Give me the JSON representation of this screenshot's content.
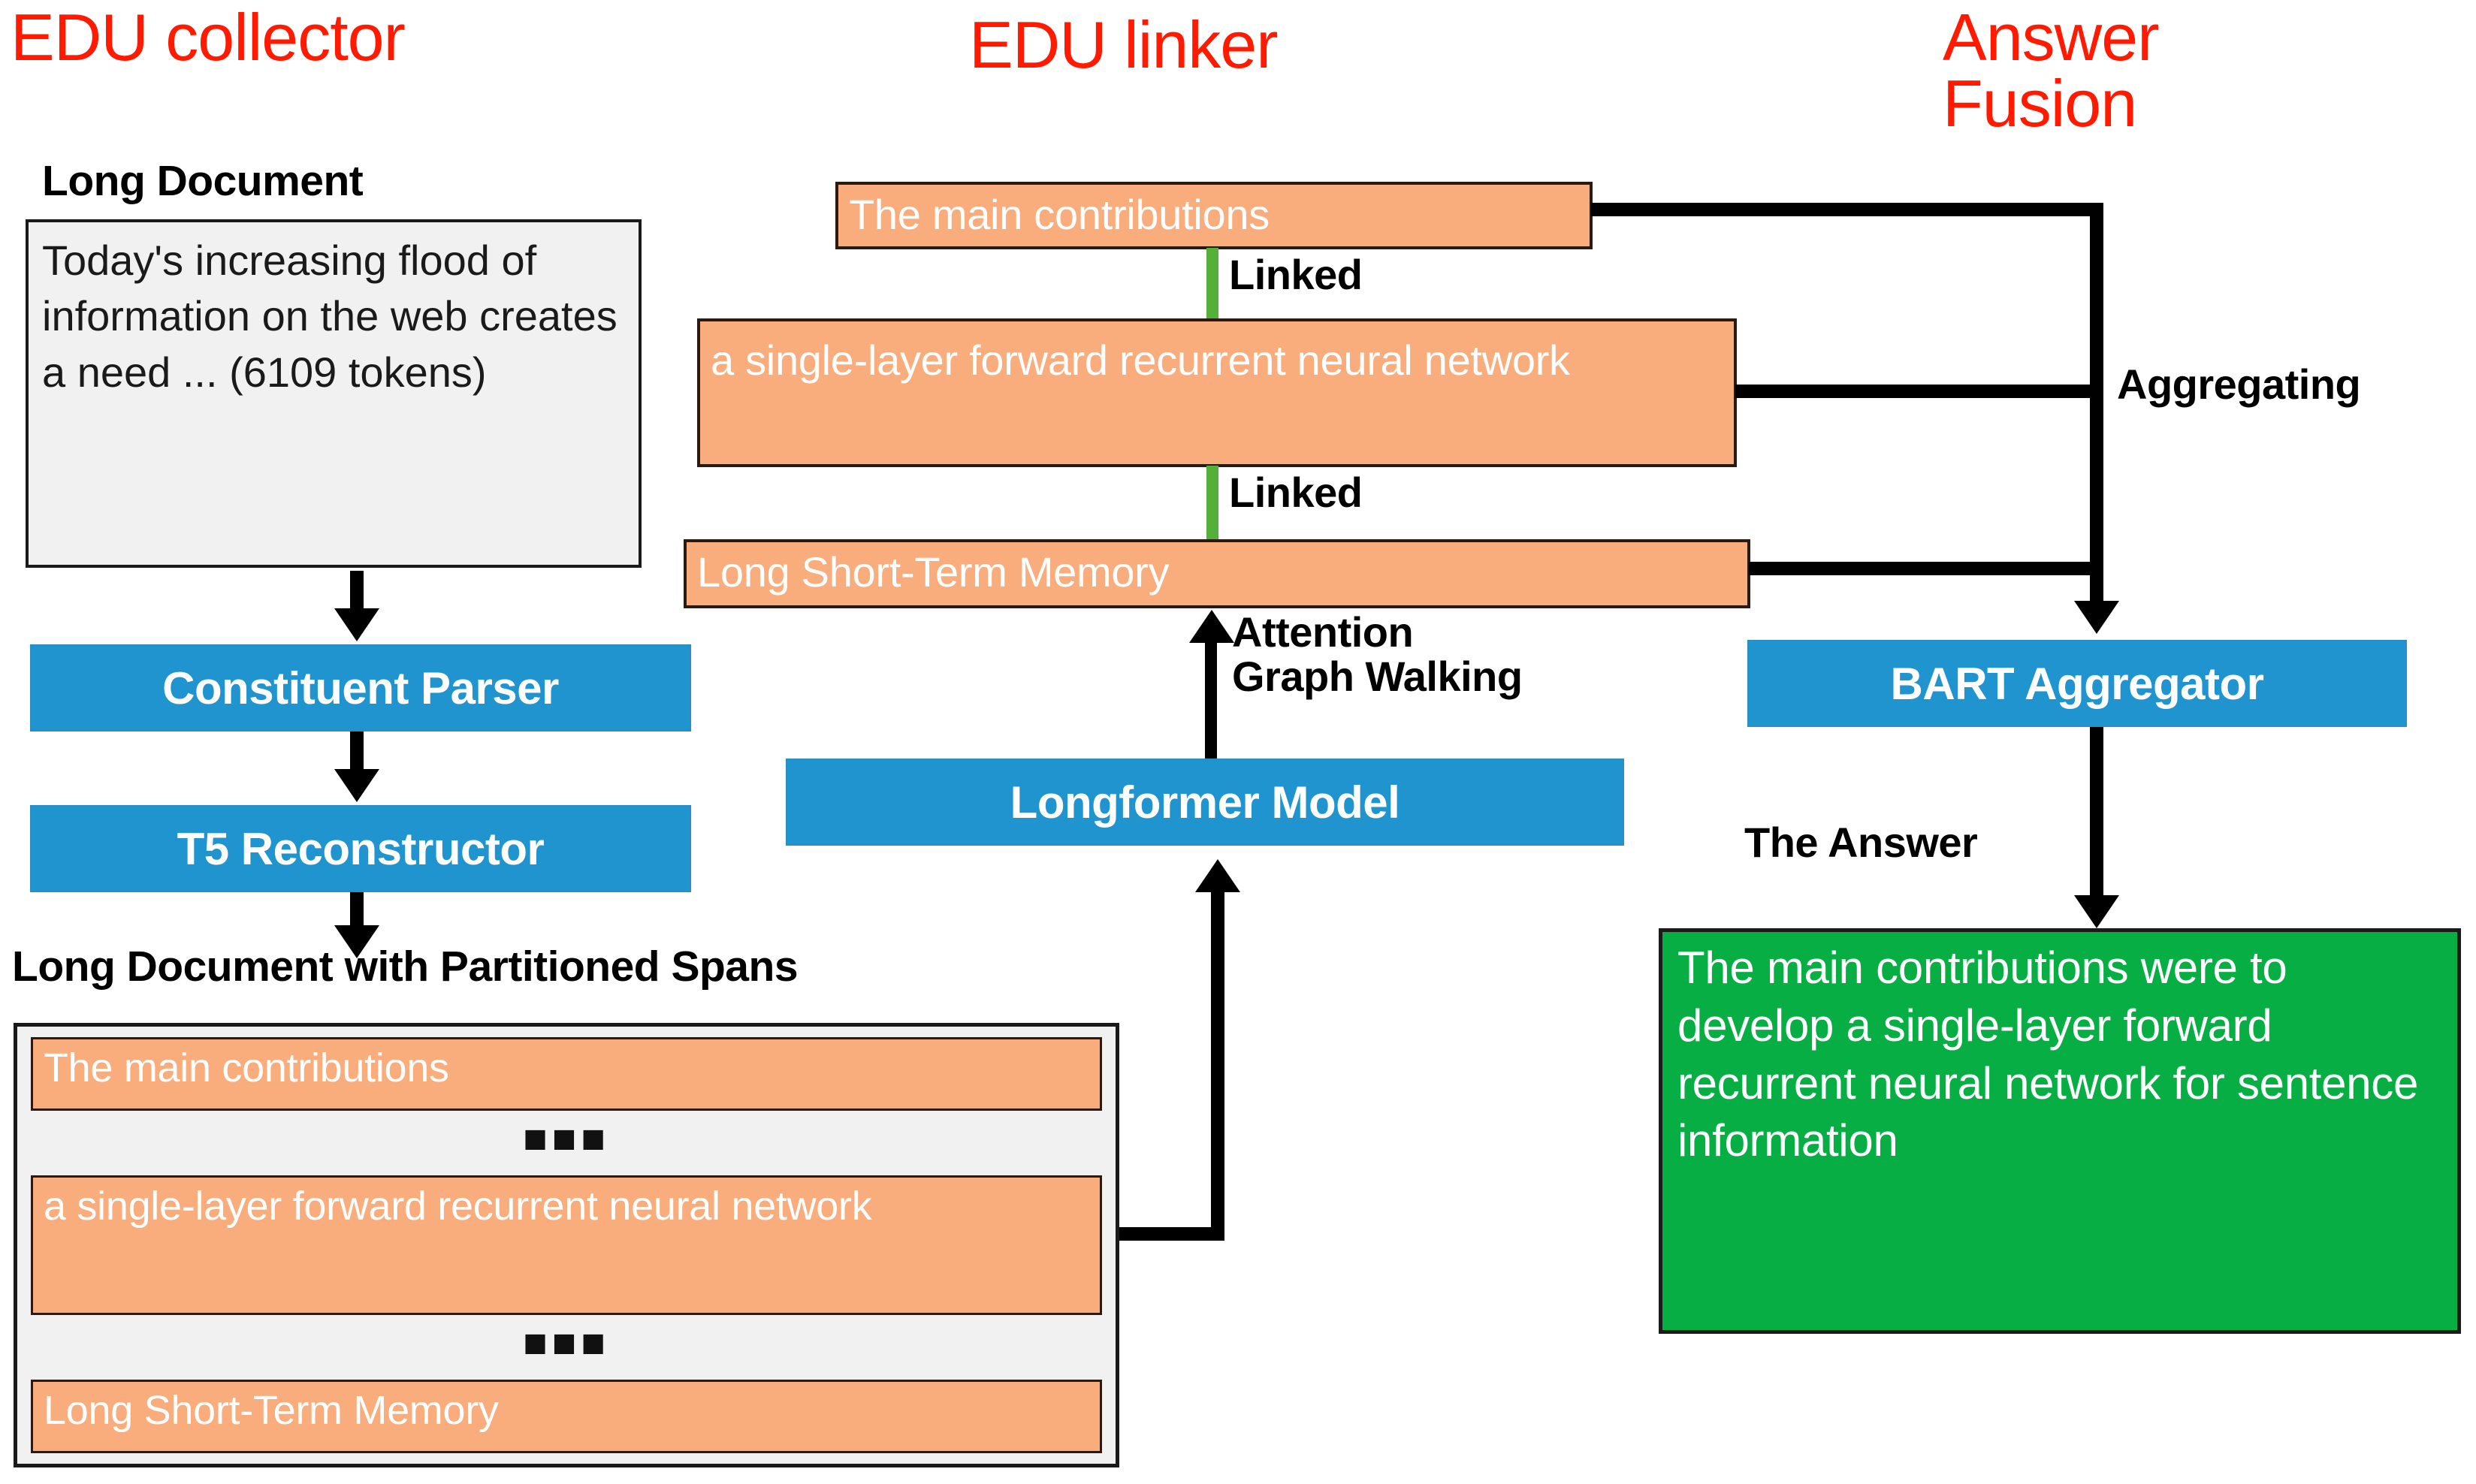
{
  "sections": {
    "edu_collector": {
      "title": "EDU collector",
      "document_label": "Long Document",
      "document_text": "Today's increasing flood of information on the web creates a need ... (6109 tokens)",
      "parser_box": "Constituent Parser",
      "reconstructor_box": "T5 Reconstructor",
      "spans_label": "Long Document with Partitioned Spans",
      "spans": [
        {
          "text": "The main contributions"
        },
        {
          "text": "a single-layer forward recurrent neural network"
        },
        {
          "text": "Long Short-Term Memory"
        }
      ],
      "ellipsis": "■■■"
    },
    "edu_linker": {
      "title": "EDU linker",
      "edus": [
        {
          "text": "The main contributions"
        },
        {
          "text": "a single-layer forward recurrent neural network"
        },
        {
          "text": "Long Short-Term Memory"
        }
      ],
      "link_label_1": "Linked",
      "link_label_2": "Linked",
      "model_box": "Longformer Model",
      "attention_label_line1": "Attention",
      "attention_label_line2": "Graph Walking"
    },
    "answer_fusion": {
      "title_line1": "Answer",
      "title_line2": "Fusion",
      "aggregating_label": "Aggregating",
      "aggregator_box": "BART Aggregator",
      "answer_label": "The Answer",
      "answer_text": "The main contributions were to develop a single-layer forward recurrent neural network for sentence information"
    }
  },
  "colors": {
    "title_red": "#FF1A00",
    "box_blue": "#2094CE",
    "box_orange": "#F9AC7C",
    "answer_green": "#07AE43",
    "link_green": "#55B03A",
    "doc_gray": "#F1F1F1"
  }
}
